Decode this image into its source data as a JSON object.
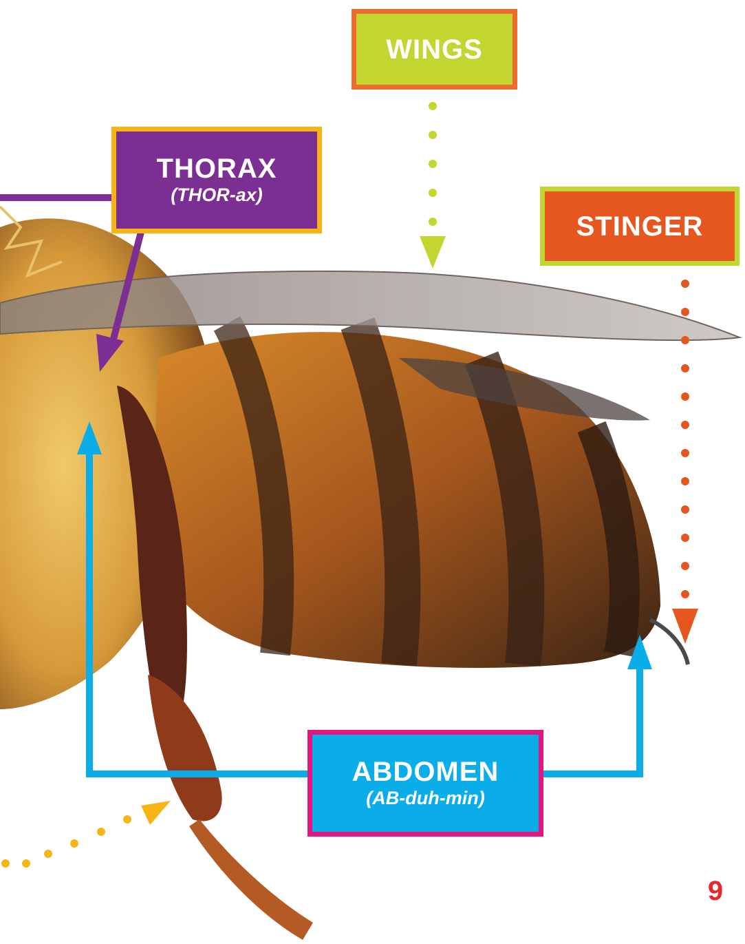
{
  "diagram": {
    "labels": {
      "wings": {
        "title": "WINGS"
      },
      "thorax": {
        "title": "THORAX",
        "pronunciation": "(THOR-ax)"
      },
      "stinger": {
        "title": "STINGER"
      },
      "abdomen": {
        "title": "ABDOMEN",
        "pronunciation": "(AB-duh-min)"
      }
    },
    "page_number": "9",
    "colors": {
      "wings_fill": "#c3d52f",
      "wings_border": "#ef6a2d",
      "thorax_fill": "#7b2f93",
      "thorax_border": "#f7b515",
      "stinger_fill": "#e6571f",
      "stinger_border": "#c3d52f",
      "abdomen_fill": "#0aade8",
      "abdomen_border": "#e5157f",
      "leg_pointer": "#f7b515",
      "page_number": "#e8262f"
    }
  }
}
